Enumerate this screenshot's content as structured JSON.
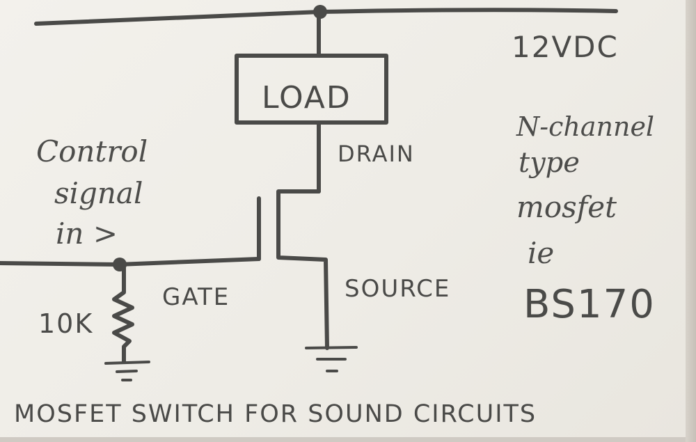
{
  "labels": {
    "supply": "12VDC",
    "load": "LOAD",
    "drain": "DRAIN",
    "gate": "GATE",
    "source": "SOURCE",
    "resistor": "10K",
    "control_line1": "Control",
    "control_line2": "signal",
    "control_line3": "in >",
    "type_line1": "N-channel",
    "type_line2": "type",
    "type_line3": "mosfet",
    "type_line4": "ie",
    "type_line5": "BS170",
    "caption": "MOSFET SWITCH FOR SOUND CIRCUITS"
  },
  "colors": {
    "ink": "#4a4a48",
    "paper": "#f1efea"
  }
}
